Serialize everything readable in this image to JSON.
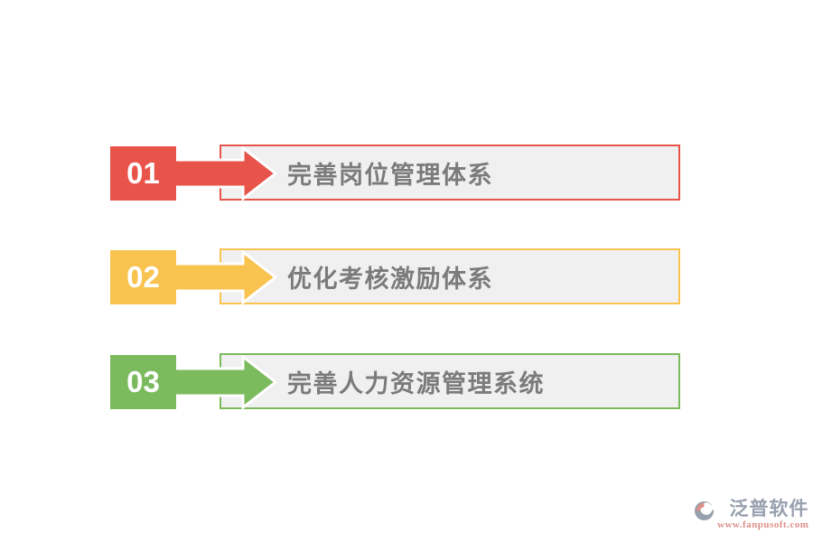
{
  "items": [
    {
      "number": "01",
      "label": "完善岗位管理体系",
      "color": "#e8534a"
    },
    {
      "number": "02",
      "label": "优化考核激励体系",
      "color": "#f9c34f"
    },
    {
      "number": "03",
      "label": "完善人力资源管理系统",
      "color": "#7cba5e"
    }
  ],
  "styles": {
    "canvas_background": "#ffffff",
    "box_background": "#f0f0f0",
    "label_color": "#7b7b7b",
    "number_color": "#ffffff"
  },
  "watermark": {
    "brand": "泛普软件",
    "url": "www.fanpusoft.com",
    "brand_color": "#98a0af",
    "url_color": "#dd9088",
    "icon": "fanpu-logo-icon"
  }
}
